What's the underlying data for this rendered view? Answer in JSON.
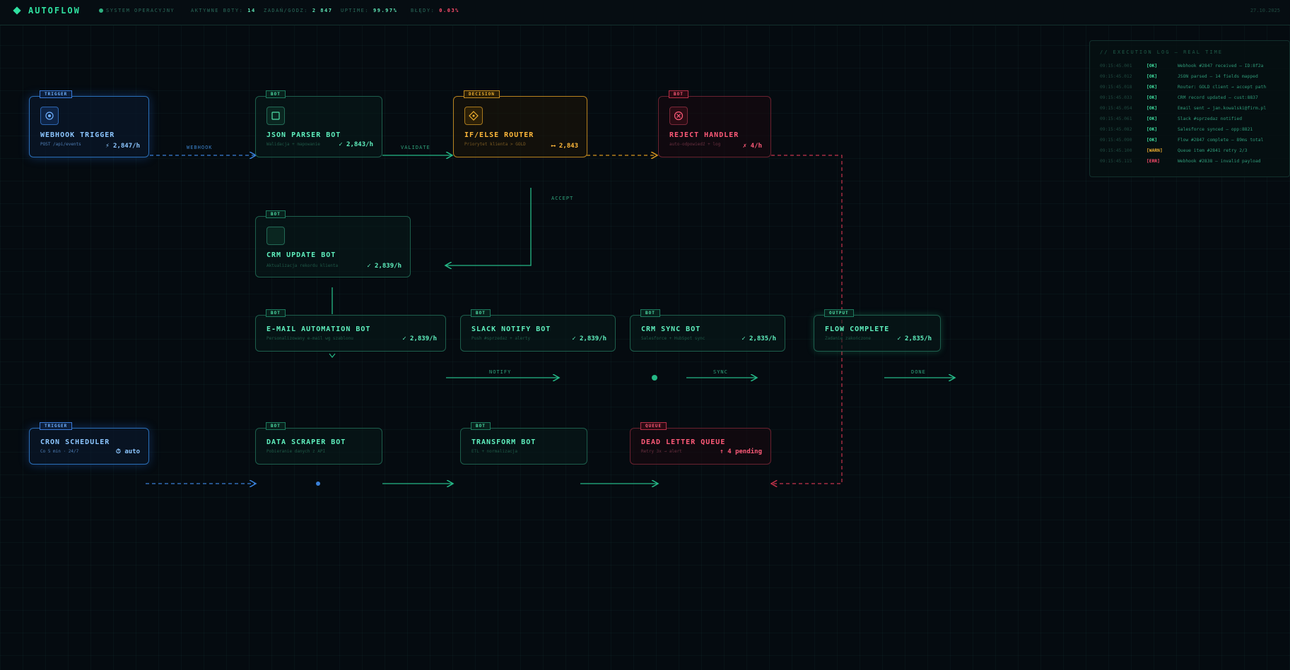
{
  "header": {
    "logo": "AUTOFLOW",
    "system": "SYSTEM OPERACYJNY",
    "stats": [
      {
        "label": "AKTYWNE BOTY:",
        "value": "14"
      },
      {
        "label": "ZADAŃ/GODZ:",
        "value": "2 847"
      },
      {
        "label": "UPTIME:",
        "value": "99.97%"
      },
      {
        "label": "BŁĘDY:",
        "value": "0.03%"
      }
    ],
    "date": "27.10.2025"
  },
  "nodes": {
    "webhook": {
      "tag": "TRIGGER",
      "title": "WEBHOOK TRIGGER",
      "sub": "POST /api/events",
      "rate": "⚡ 2,847/h"
    },
    "json": {
      "tag": "BOT",
      "title": "JSON PARSER BOT",
      "sub": "Walidacja + mapowanie",
      "rate": "✓ 2,843/h"
    },
    "router": {
      "tag": "DECISION",
      "title": "IF/ELSE ROUTER",
      "sub": "Priorytet klienta > GOLD",
      "rate": "⟷ 2,843"
    },
    "reject": {
      "tag": "BOT",
      "title": "REJECT HANDLER",
      "sub": "auto-odpowiedź + log",
      "rate": "✗ 4/h"
    },
    "crm_update": {
      "tag": "BOT",
      "title": "CRM UPDATE BOT",
      "sub": "Aktualizacja rekordu klienta",
      "rate": "✓ 2,839/h"
    },
    "email": {
      "tag": "BOT",
      "title": "E-MAIL AUTOMATION BOT",
      "sub": "Personalizowany e-mail wg szablonu",
      "rate": "✓ 2,839/h"
    },
    "slack": {
      "tag": "BOT",
      "title": "SLACK NOTIFY BOT",
      "sub": "Push #sprzedaz + alerty",
      "rate": "✓ 2,839/h"
    },
    "crm_sync": {
      "tag": "BOT",
      "title": "CRM SYNC BOT",
      "sub": "Salesforce + HubSpot sync",
      "rate": "✓ 2,835/h"
    },
    "flow": {
      "tag": "OUTPUT",
      "title": "FLOW COMPLETE",
      "sub": "Zadanie zakończone",
      "rate": "✓ 2,835/h"
    },
    "cron": {
      "tag": "TRIGGER",
      "title": "CRON SCHEDULER",
      "sub": "Co 5 min · 24/7",
      "rate": "⏱ auto"
    },
    "scraper": {
      "tag": "BOT",
      "title": "DATA SCRAPER BOT",
      "sub": "Pobieranie danych z API",
      "rate": ""
    },
    "transform": {
      "tag": "BOT",
      "title": "TRANSFORM BOT",
      "sub": "ETL + normalizacja",
      "rate": ""
    },
    "dlq": {
      "tag": "QUEUE",
      "title": "DEAD LETTER QUEUE",
      "sub": "Retry 3x → alert",
      "rate": "↑ 4 pending"
    }
  },
  "edges": {
    "webhook": "WEBHOOK",
    "validate": "VALIDATE",
    "accept": "ACCEPT",
    "notify": "NOTIFY",
    "sync": "SYNC",
    "done": "DONE"
  },
  "log": {
    "title": "// EXECUTION LOG — REAL TIME",
    "rows": [
      {
        "time": "09:15:45.001",
        "level": "[OK]",
        "msg": "Webhook #2847 received — ID:8f2a"
      },
      {
        "time": "09:15:45.012",
        "level": "[OK]",
        "msg": "JSON parsed — 14 fields mapped"
      },
      {
        "time": "09:15:45.018",
        "level": "[OK]",
        "msg": "Router: GOLD client → accept path"
      },
      {
        "time": "09:15:45.033",
        "level": "[OK]",
        "msg": "CRM record updated — cust:8837"
      },
      {
        "time": "09:15:45.054",
        "level": "[OK]",
        "msg": "Email sent → jan.kowalski@firm.pl"
      },
      {
        "time": "09:15:45.061",
        "level": "[OK]",
        "msg": "Slack #sprzedaz notified"
      },
      {
        "time": "09:15:45.082",
        "level": "[OK]",
        "msg": "Salesforce synced — opp:8821"
      },
      {
        "time": "09:15:45.090",
        "level": "[OK]",
        "msg": "Flow #2847 complete — 89ms total"
      },
      {
        "time": "09:15:45.100",
        "level": "[WARN]",
        "msg": "Queue item #2841 retry 2/3"
      },
      {
        "time": "09:15:45.115",
        "level": "[ERR]",
        "msg": "Webhook #2838 — invalid payload"
      }
    ]
  },
  "colors": {
    "accent": "#2fe0a0",
    "blue": "#3a7ad8",
    "gold": "#f0b030",
    "red": "#ff4d6d"
  }
}
